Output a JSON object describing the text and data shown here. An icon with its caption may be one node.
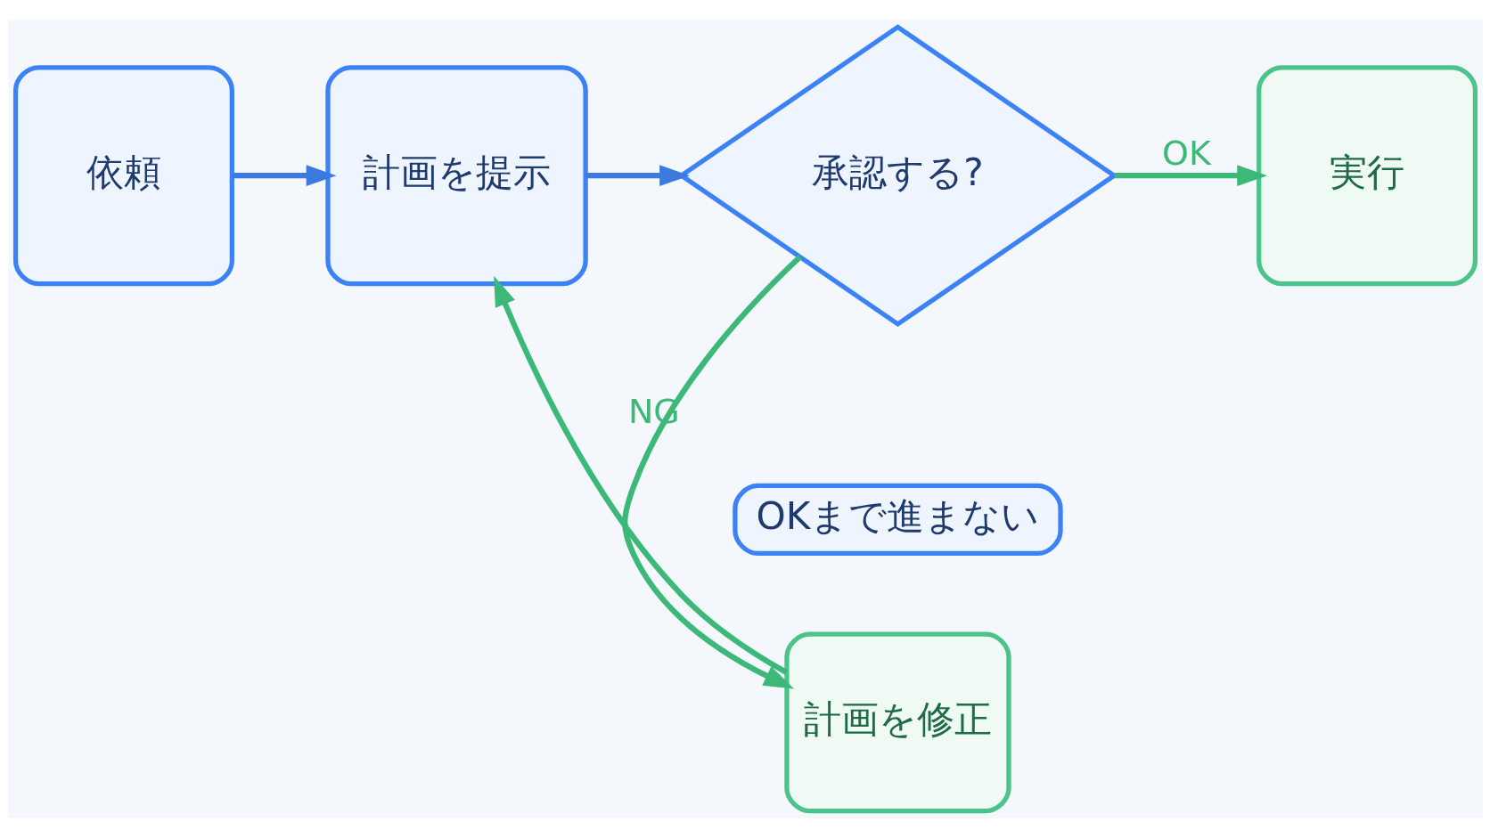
{
  "diagram": {
    "nodes": [
      {
        "text": [
          "依頼"
        ]
      },
      {
        "text": [
          "計画を提示"
        ]
      },
      {
        "text": [
          "承認する?"
        ]
      },
      {
        "text": [
          "実行"
        ]
      },
      {
        "text": [
          "計画を修正"
        ]
      },
      {
        "text": [
          "OKまで進まない"
        ]
      }
    ],
    "edges": [
      {
        "from": 0,
        "to": 1,
        "arrow": "to",
        "color": "#3b7be0"
      },
      {
        "from": 1,
        "to": 2,
        "arrow": "to",
        "color": "#3b7be0"
      },
      {
        "from": 2,
        "to": 3,
        "arrow": "to",
        "label": "OK"
      },
      {
        "from": 2,
        "to": 4,
        "arrow": "to",
        "label": "NG"
      },
      {
        "from": 4,
        "to": 1,
        "arrow": "to"
      }
    ]
  }
}
